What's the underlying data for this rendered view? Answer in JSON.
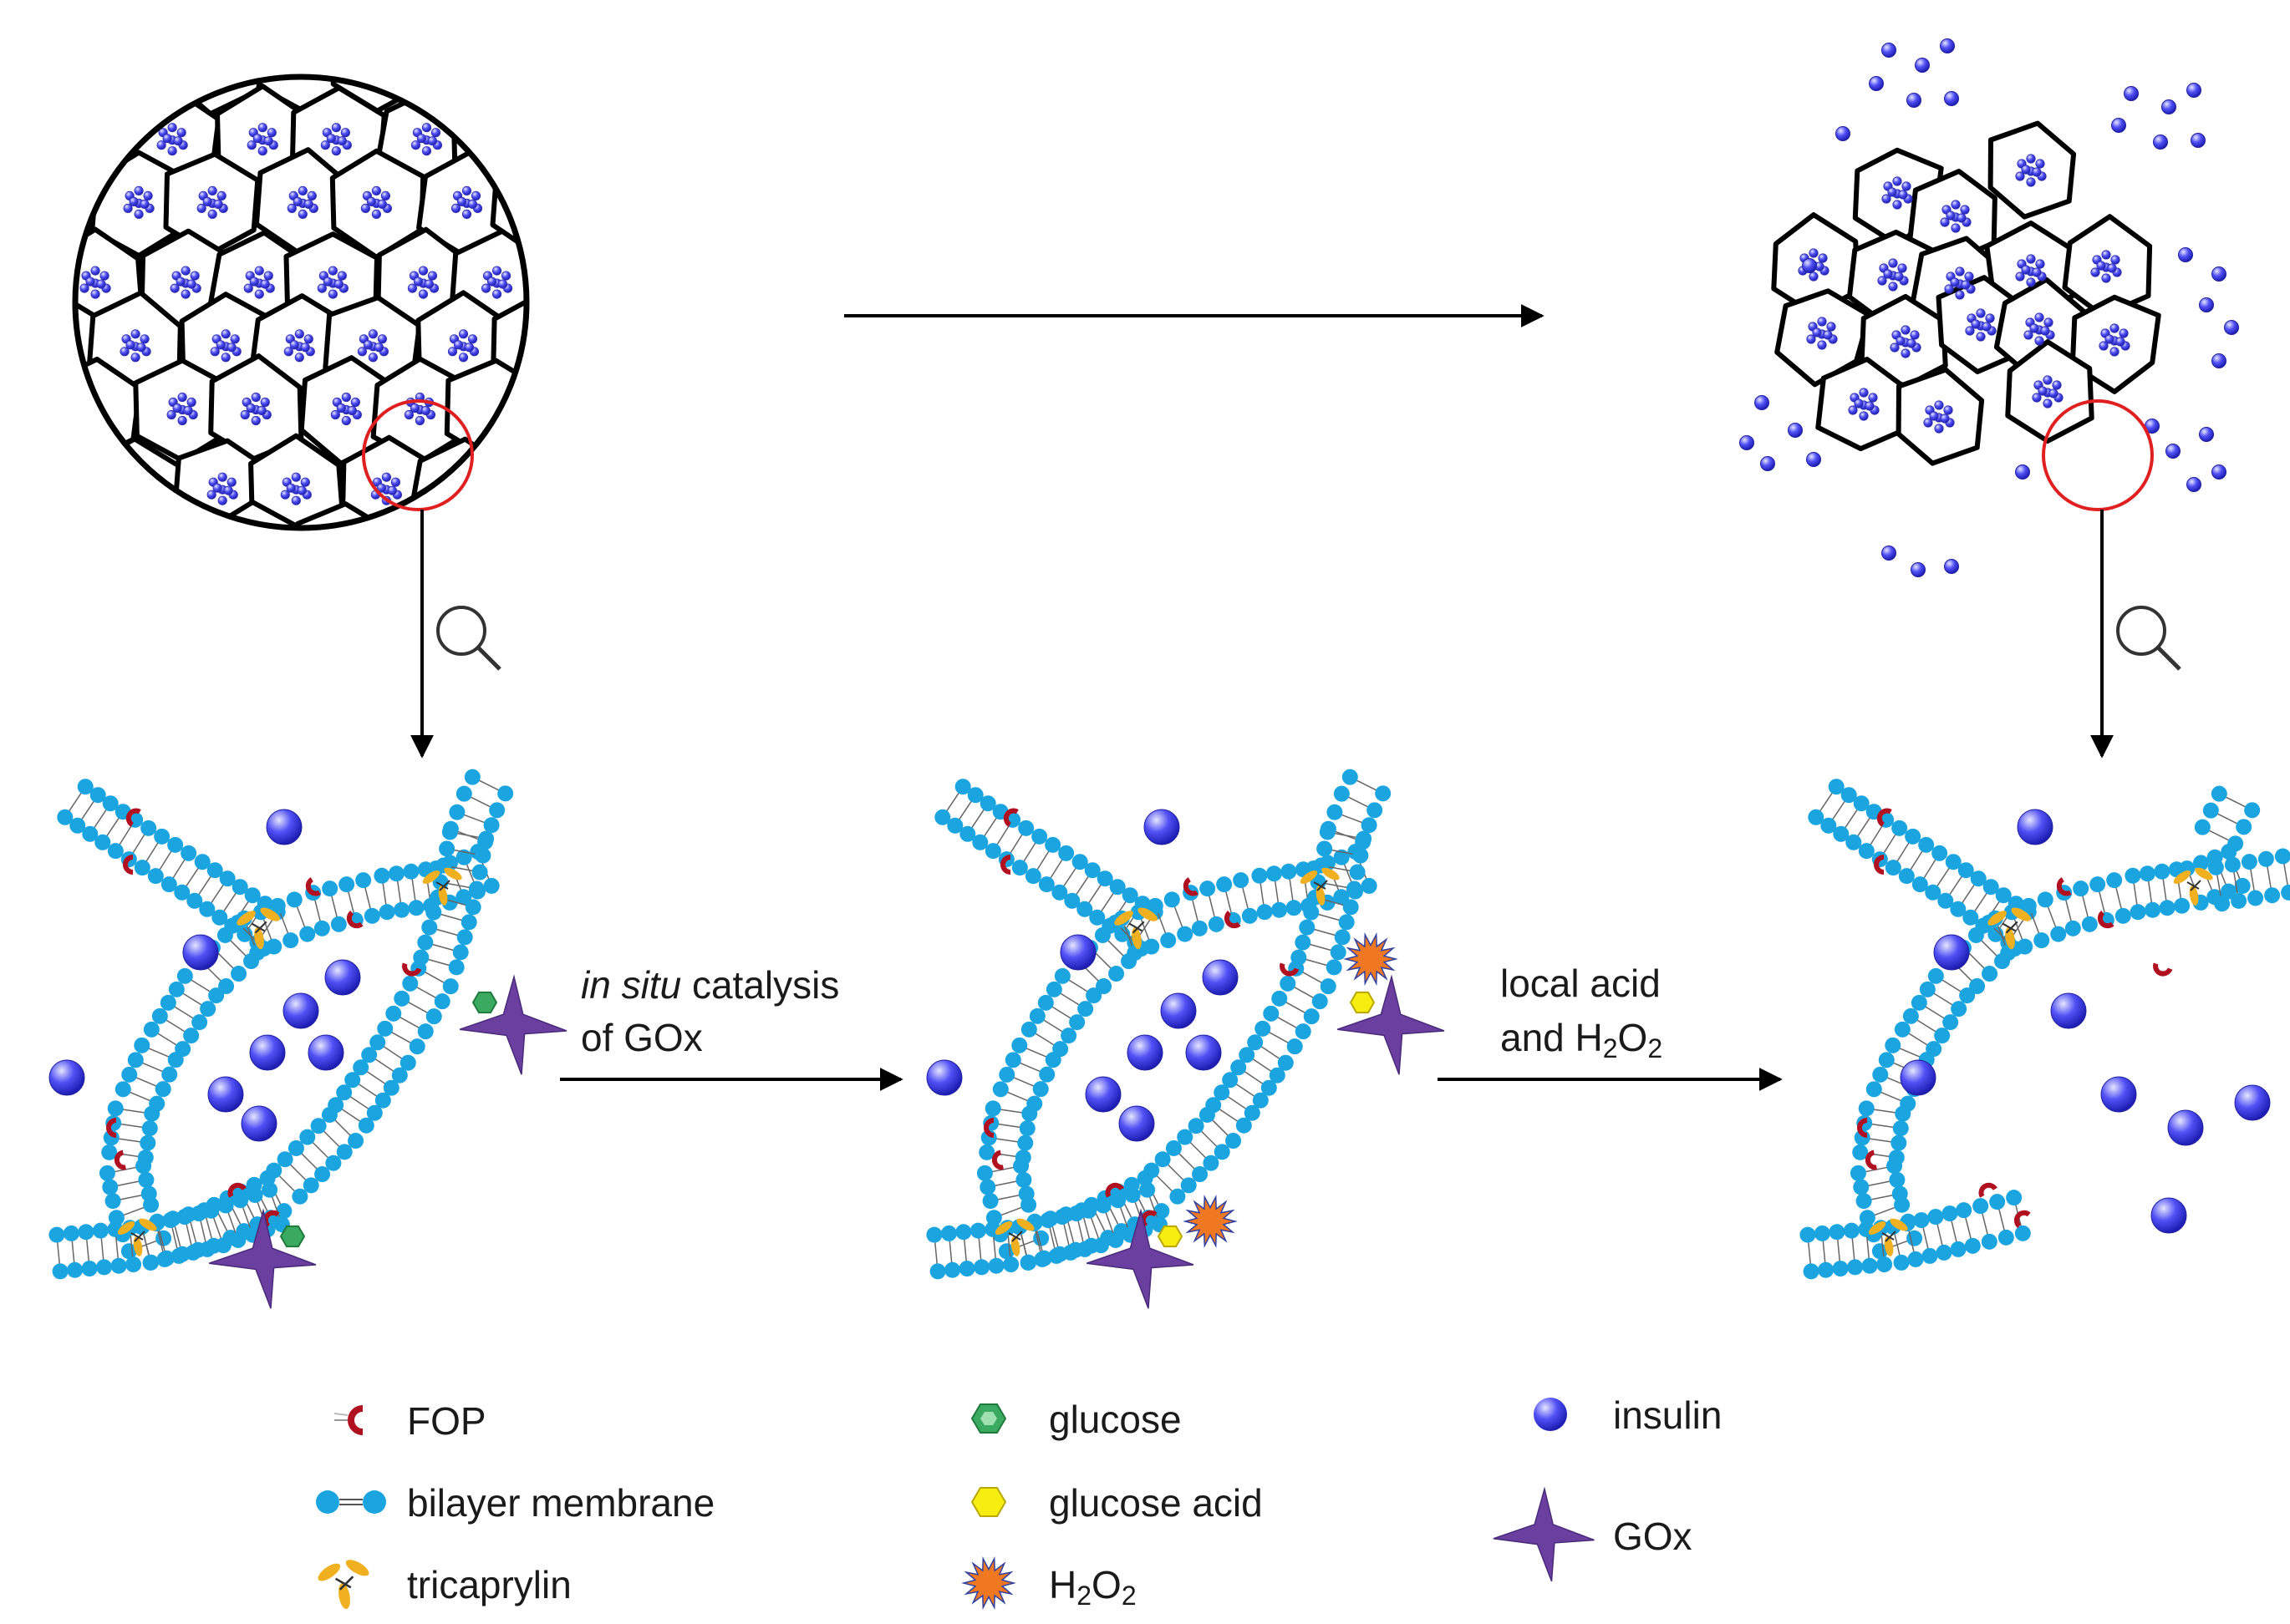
{
  "arrows": {
    "step1": {
      "italic": "in situ",
      "rest": " catalysis",
      "line2": "of GOx"
    },
    "step2": {
      "line1": "local acid",
      "line2_pre": "and H",
      "sub1": "2",
      "mid": "O",
      "sub2": "2"
    }
  },
  "legend": {
    "fop": "FOP",
    "membrane": "bilayer membrane",
    "tricaprylin": "tricaprylin",
    "glucose": "glucose",
    "glucose_acid": "glucose acid",
    "h2o2": {
      "pre": "H",
      "sub1": "2",
      "mid": "O",
      "sub2": "2"
    },
    "insulin": "insulin",
    "gox": "GOx"
  },
  "icons": [
    "magnifier-icon",
    "insulin-icon",
    "gox-icon",
    "glucose-icon",
    "glucose-acid-icon",
    "h2o2-icon",
    "fop-icon",
    "tricaprylin-icon"
  ],
  "colors": {
    "lipid": "#1aa5e0",
    "insulin": "#3c3cf0",
    "gox": "#6a3fa0",
    "fop": "#b01020",
    "tricaprylin": "#f0b020",
    "glucose": "#3aaa60",
    "glucose_acid": "#f5ee10",
    "h2o2": "#f07820",
    "highlight": "#e02020"
  }
}
